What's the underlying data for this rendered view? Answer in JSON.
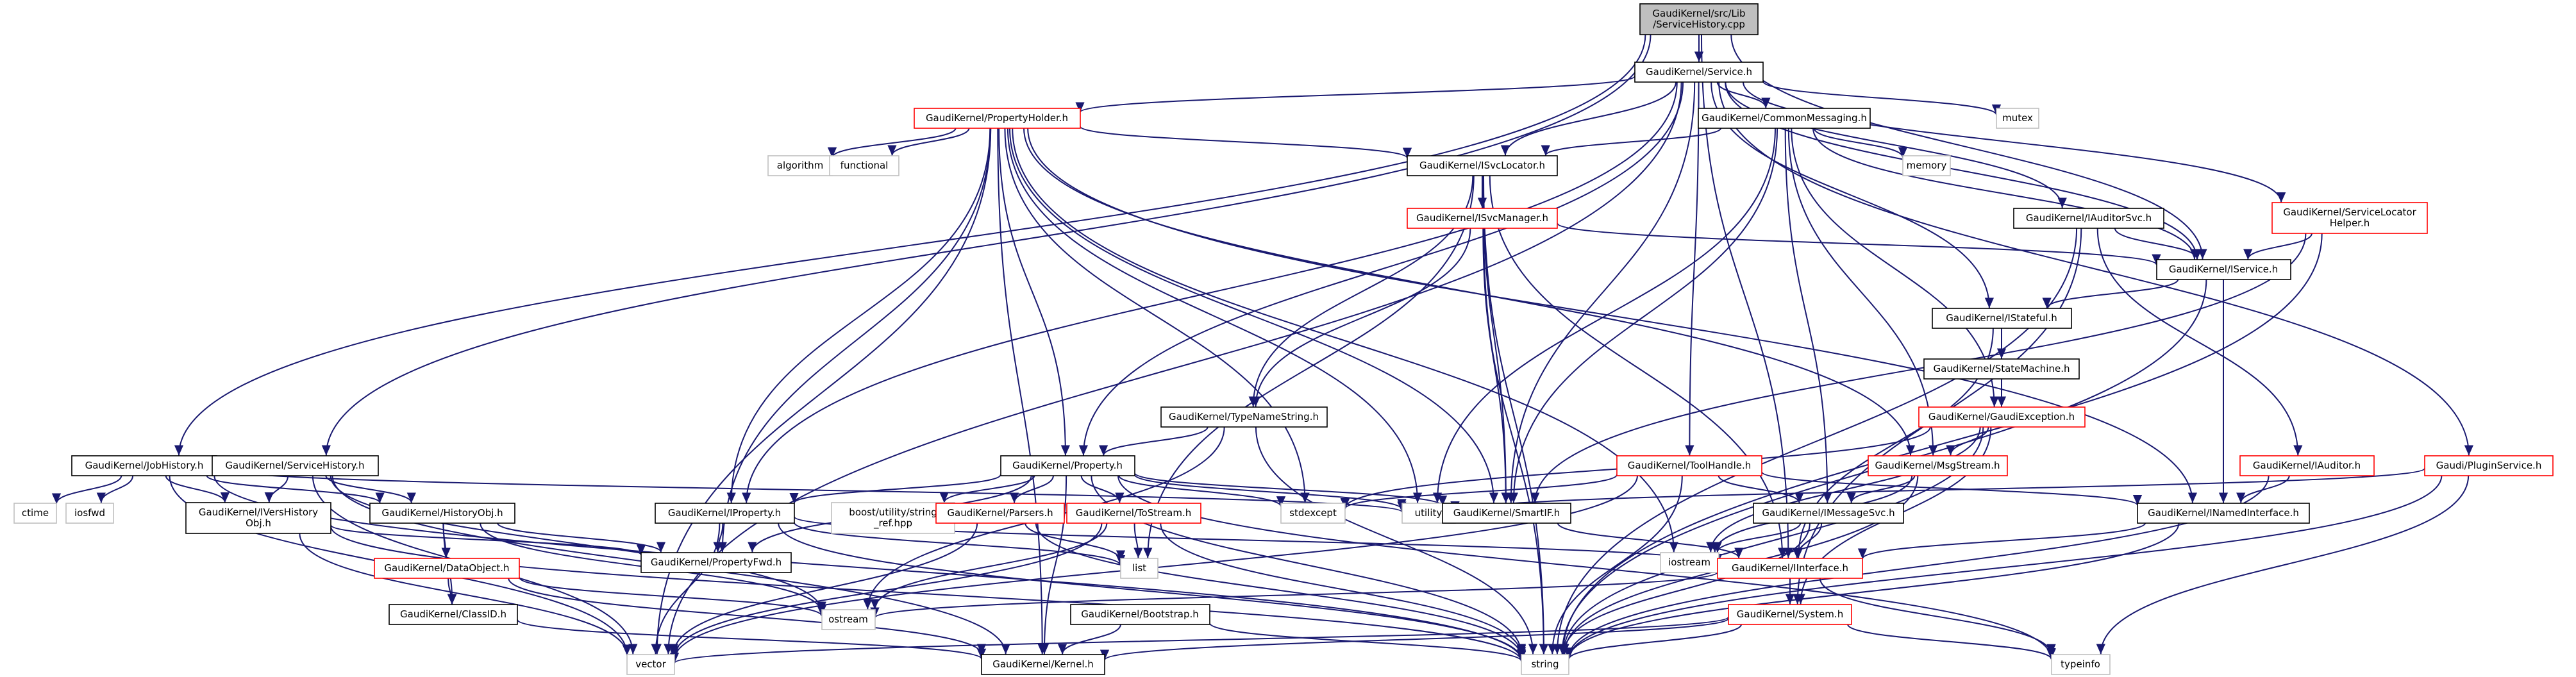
{
  "colors": {
    "edge": "#191970",
    "root_fill": "#bfbfbf",
    "default_fill": "#ffffff",
    "border_black": "#000000",
    "border_red": "#ff0000",
    "border_gray": "#bfbfbf",
    "text": "#000000"
  },
  "nodes": [
    {
      "id": "root",
      "lines": [
        "GaudiKernel/src/Lib",
        "/ServiceHistory.cpp"
      ],
      "style": "root"
    },
    {
      "id": "service",
      "lines": [
        "GaudiKernel/Service.h"
      ],
      "style": "black"
    },
    {
      "id": "jobhistory",
      "lines": [
        "GaudiKernel/JobHistory.h"
      ],
      "style": "black"
    },
    {
      "id": "servicehistory",
      "lines": [
        "GaudiKernel/ServiceHistory.h"
      ],
      "style": "black"
    },
    {
      "id": "propertyholder",
      "lines": [
        "GaudiKernel/PropertyHolder.h"
      ],
      "style": "red"
    },
    {
      "id": "commonmessaging",
      "lines": [
        "GaudiKernel/CommonMessaging.h"
      ],
      "style": "black"
    },
    {
      "id": "mutex",
      "lines": [
        "mutex"
      ],
      "style": "gray"
    },
    {
      "id": "memory",
      "lines": [
        "memory"
      ],
      "style": "gray"
    },
    {
      "id": "isvclocator",
      "lines": [
        "GaudiKernel/ISvcLocator.h"
      ],
      "style": "black"
    },
    {
      "id": "algorithm",
      "lines": [
        "algorithm"
      ],
      "style": "gray"
    },
    {
      "id": "functional",
      "lines": [
        "functional"
      ],
      "style": "gray"
    },
    {
      "id": "iauditorsvc",
      "lines": [
        "GaudiKernel/IAuditorSvc.h"
      ],
      "style": "black"
    },
    {
      "id": "servicelocatorhelper",
      "lines": [
        "GaudiKernel/ServiceLocator",
        "Helper.h"
      ],
      "style": "red"
    },
    {
      "id": "isvcmanager",
      "lines": [
        "GaudiKernel/ISvcManager.h"
      ],
      "style": "red"
    },
    {
      "id": "iservice",
      "lines": [
        "GaudiKernel/IService.h"
      ],
      "style": "black"
    },
    {
      "id": "istateful",
      "lines": [
        "GaudiKernel/IStateful.h"
      ],
      "style": "black"
    },
    {
      "id": "statemachine",
      "lines": [
        "GaudiKernel/StateMachine.h"
      ],
      "style": "black"
    },
    {
      "id": "gaudiexception",
      "lines": [
        "GaudiKernel/GaudiException.h"
      ],
      "style": "red"
    },
    {
      "id": "typenamestring",
      "lines": [
        "GaudiKernel/TypeNameString.h"
      ],
      "style": "black"
    },
    {
      "id": "property",
      "lines": [
        "GaudiKernel/Property.h"
      ],
      "style": "black"
    },
    {
      "id": "toolhandle",
      "lines": [
        "GaudiKernel/ToolHandle.h"
      ],
      "style": "red"
    },
    {
      "id": "msgstream",
      "lines": [
        "GaudiKernel/MsgStream.h"
      ],
      "style": "red"
    },
    {
      "id": "iauditor",
      "lines": [
        "GaudiKernel/IAuditor.h"
      ],
      "style": "red"
    },
    {
      "id": "pluginservice",
      "lines": [
        "Gaudi/PluginService.h"
      ],
      "style": "red"
    },
    {
      "id": "ctime",
      "lines": [
        "ctime"
      ],
      "style": "gray"
    },
    {
      "id": "iosfwd",
      "lines": [
        "iosfwd"
      ],
      "style": "gray"
    },
    {
      "id": "iversobj",
      "lines": [
        "GaudiKernel/IVersHistory",
        "Obj.h"
      ],
      "style": "black"
    },
    {
      "id": "historyobj",
      "lines": [
        "GaudiKernel/HistoryObj.h"
      ],
      "style": "black"
    },
    {
      "id": "iproperty",
      "lines": [
        "GaudiKernel/IProperty.h"
      ],
      "style": "black"
    },
    {
      "id": "boostref",
      "lines": [
        "boost/utility/string",
        "_ref.hpp"
      ],
      "style": "gray"
    },
    {
      "id": "parsers",
      "lines": [
        "GaudiKernel/Parsers.h"
      ],
      "style": "red"
    },
    {
      "id": "tostream",
      "lines": [
        "GaudiKernel/ToStream.h"
      ],
      "style": "red"
    },
    {
      "id": "stdexcept",
      "lines": [
        "stdexcept"
      ],
      "style": "gray"
    },
    {
      "id": "utility",
      "lines": [
        "utility"
      ],
      "style": "gray"
    },
    {
      "id": "smartif",
      "lines": [
        "GaudiKernel/SmartIF.h"
      ],
      "style": "black"
    },
    {
      "id": "imessagesvc",
      "lines": [
        "GaudiKernel/IMessageSvc.h"
      ],
      "style": "black"
    },
    {
      "id": "inamedinterface",
      "lines": [
        "GaudiKernel/INamedInterface.h"
      ],
      "style": "black"
    },
    {
      "id": "propertyfwd",
      "lines": [
        "GaudiKernel/PropertyFwd.h"
      ],
      "style": "black"
    },
    {
      "id": "dataobject",
      "lines": [
        "GaudiKernel/DataObject.h"
      ],
      "style": "red"
    },
    {
      "id": "list",
      "lines": [
        "list"
      ],
      "style": "gray"
    },
    {
      "id": "iostream",
      "lines": [
        "iostream"
      ],
      "style": "gray"
    },
    {
      "id": "iinterface",
      "lines": [
        "GaudiKernel/IInterface.h"
      ],
      "style": "red"
    },
    {
      "id": "ostream",
      "lines": [
        "ostream"
      ],
      "style": "gray"
    },
    {
      "id": "classid",
      "lines": [
        "GaudiKernel/ClassID.h"
      ],
      "style": "black"
    },
    {
      "id": "bootstrap",
      "lines": [
        "GaudiKernel/Bootstrap.h"
      ],
      "style": "black"
    },
    {
      "id": "system",
      "lines": [
        "GaudiKernel/System.h"
      ],
      "style": "red"
    },
    {
      "id": "vector",
      "lines": [
        "vector"
      ],
      "style": "gray"
    },
    {
      "id": "kernel",
      "lines": [
        "GaudiKernel/Kernel.h"
      ],
      "style": "black"
    },
    {
      "id": "string",
      "lines": [
        "string"
      ],
      "style": "gray"
    },
    {
      "id": "typeinfo",
      "lines": [
        "typeinfo"
      ],
      "style": "gray"
    }
  ],
  "edges": [
    [
      "root",
      "service"
    ],
    [
      "root",
      "jobhistory"
    ],
    [
      "root",
      "servicehistory"
    ],
    [
      "root",
      "iservice"
    ],
    [
      "root",
      "iinterface"
    ],
    [
      "service",
      "propertyholder"
    ],
    [
      "service",
      "commonmessaging"
    ],
    [
      "service",
      "mutex"
    ],
    [
      "service",
      "isvclocator"
    ],
    [
      "service",
      "iauditorsvc"
    ],
    [
      "service",
      "servicelocatorhelper"
    ],
    [
      "service",
      "iservice"
    ],
    [
      "service",
      "istateful"
    ],
    [
      "service",
      "property"
    ],
    [
      "service",
      "toolhandle"
    ],
    [
      "service",
      "pluginservice"
    ],
    [
      "service",
      "iproperty"
    ],
    [
      "service",
      "smartif"
    ],
    [
      "service",
      "vector"
    ],
    [
      "propertyholder",
      "algorithm"
    ],
    [
      "propertyholder",
      "functional"
    ],
    [
      "propertyholder",
      "isvclocator"
    ],
    [
      "propertyholder",
      "property"
    ],
    [
      "propertyholder",
      "iproperty"
    ],
    [
      "propertyholder",
      "msgstream"
    ],
    [
      "propertyholder",
      "inamedinterface"
    ],
    [
      "propertyholder",
      "stdexcept"
    ],
    [
      "propertyholder",
      "utility"
    ],
    [
      "propertyholder",
      "propertyfwd"
    ],
    [
      "propertyholder",
      "kernel"
    ],
    [
      "propertyholder",
      "vector"
    ],
    [
      "propertyholder",
      "iostream"
    ],
    [
      "propertyholder",
      "smartif"
    ],
    [
      "commonmessaging",
      "memory"
    ],
    [
      "commonmessaging",
      "isvclocator"
    ],
    [
      "commonmessaging",
      "iservice"
    ],
    [
      "commonmessaging",
      "gaudiexception"
    ],
    [
      "commonmessaging",
      "msgstream"
    ],
    [
      "commonmessaging",
      "imessagesvc"
    ],
    [
      "commonmessaging",
      "smartif"
    ],
    [
      "commonmessaging",
      "utility"
    ],
    [
      "isvclocator",
      "isvcmanager"
    ],
    [
      "isvclocator",
      "typenamestring"
    ],
    [
      "isvclocator",
      "smartif"
    ],
    [
      "isvclocator",
      "iinterface"
    ],
    [
      "isvclocator",
      "string"
    ],
    [
      "isvclocator",
      "list"
    ],
    [
      "isvcmanager",
      "iservice"
    ],
    [
      "isvcmanager",
      "typenamestring"
    ],
    [
      "isvcmanager",
      "smartif"
    ],
    [
      "isvcmanager",
      "string"
    ],
    [
      "iauditorsvc",
      "iservice"
    ],
    [
      "iauditorsvc",
      "iauditor"
    ],
    [
      "iauditorsvc",
      "system"
    ],
    [
      "iauditorsvc",
      "string"
    ],
    [
      "servicelocatorhelper",
      "iservice"
    ],
    [
      "servicelocatorhelper",
      "smartif"
    ],
    [
      "servicelocatorhelper",
      "string"
    ],
    [
      "iservice",
      "istateful"
    ],
    [
      "iservice",
      "inamedinterface"
    ],
    [
      "iservice",
      "string"
    ],
    [
      "istateful",
      "statemachine"
    ],
    [
      "istateful",
      "iinterface"
    ],
    [
      "statemachine",
      "gaudiexception"
    ],
    [
      "gaudiexception",
      "msgstream"
    ],
    [
      "gaudiexception",
      "system"
    ],
    [
      "gaudiexception",
      "stdexcept"
    ],
    [
      "gaudiexception",
      "string"
    ],
    [
      "gaudiexception",
      "iostream"
    ],
    [
      "typenamestring",
      "property"
    ],
    [
      "typenamestring",
      "string"
    ],
    [
      "typenamestring",
      "ostream"
    ],
    [
      "property",
      "iproperty"
    ],
    [
      "property",
      "propertyfwd"
    ],
    [
      "property",
      "boostref"
    ],
    [
      "property",
      "parsers"
    ],
    [
      "property",
      "tostream"
    ],
    [
      "property",
      "stdexcept"
    ],
    [
      "property",
      "utility"
    ],
    [
      "property",
      "smartif"
    ],
    [
      "property",
      "kernel"
    ],
    [
      "property",
      "string"
    ],
    [
      "property",
      "typeinfo"
    ],
    [
      "toolhandle",
      "imessagesvc"
    ],
    [
      "toolhandle",
      "inamedinterface"
    ],
    [
      "toolhandle",
      "stdexcept"
    ],
    [
      "toolhandle",
      "string"
    ],
    [
      "toolhandle",
      "vector"
    ],
    [
      "msgstream",
      "imessagesvc"
    ],
    [
      "msgstream",
      "iostream"
    ],
    [
      "msgstream",
      "string"
    ],
    [
      "iauditor",
      "inamedinterface"
    ],
    [
      "iauditor",
      "string"
    ],
    [
      "pluginservice",
      "utility"
    ],
    [
      "pluginservice",
      "string"
    ],
    [
      "pluginservice",
      "typeinfo"
    ],
    [
      "jobhistory",
      "historyobj"
    ],
    [
      "jobhistory",
      "iversobj"
    ],
    [
      "jobhistory",
      "ctime"
    ],
    [
      "jobhistory",
      "iosfwd"
    ],
    [
      "jobhistory",
      "string"
    ],
    [
      "jobhistory",
      "vector"
    ],
    [
      "jobhistory",
      "utility"
    ],
    [
      "servicehistory",
      "historyobj"
    ],
    [
      "servicehistory",
      "iversobj"
    ],
    [
      "servicehistory",
      "ostream"
    ],
    [
      "servicehistory",
      "kernel"
    ],
    [
      "servicehistory",
      "vector"
    ],
    [
      "iversobj",
      "propertyfwd"
    ],
    [
      "iversobj",
      "string"
    ],
    [
      "iversobj",
      "vector"
    ],
    [
      "historyobj",
      "dataobject"
    ],
    [
      "historyobj",
      "classid"
    ],
    [
      "historyobj",
      "ostream"
    ],
    [
      "historyobj",
      "propertyfwd"
    ],
    [
      "dataobject",
      "classid"
    ],
    [
      "dataobject",
      "kernel"
    ],
    [
      "dataobject",
      "ostream"
    ],
    [
      "iproperty",
      "propertyfwd"
    ],
    [
      "iproperty",
      "iinterface"
    ],
    [
      "iproperty",
      "list"
    ],
    [
      "iproperty",
      "string"
    ],
    [
      "iproperty",
      "vector"
    ],
    [
      "parsers",
      "list"
    ],
    [
      "parsers",
      "vector"
    ],
    [
      "parsers",
      "string"
    ],
    [
      "tostream",
      "list"
    ],
    [
      "tostream",
      "string"
    ],
    [
      "tostream",
      "vector"
    ],
    [
      "tostream",
      "ostream"
    ],
    [
      "smartif",
      "iinterface"
    ],
    [
      "imessagesvc",
      "iinterface"
    ],
    [
      "imessagesvc",
      "iostream"
    ],
    [
      "imessagesvc",
      "string"
    ],
    [
      "inamedinterface",
      "iinterface"
    ],
    [
      "inamedinterface",
      "string"
    ],
    [
      "iinterface",
      "system"
    ],
    [
      "iinterface",
      "ostream"
    ],
    [
      "iinterface",
      "typeinfo"
    ],
    [
      "system",
      "kernel"
    ],
    [
      "system",
      "string"
    ],
    [
      "system",
      "vector"
    ],
    [
      "system",
      "typeinfo"
    ],
    [
      "classid",
      "kernel"
    ],
    [
      "bootstrap",
      "kernel"
    ],
    [
      "bootstrap",
      "string"
    ]
  ]
}
